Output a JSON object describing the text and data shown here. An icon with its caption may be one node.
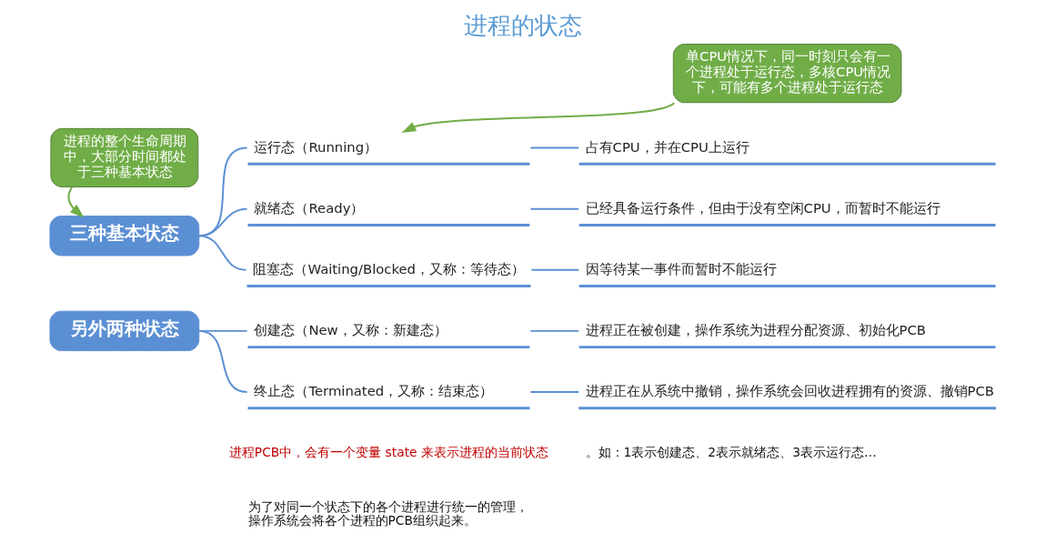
{
  "diagram": {
    "title": "进程的状态",
    "nodes": [
      {
        "text": [
          "进程的整个生命周期中，大部分时间都处于三种基本状态"
        ]
      },
      {
        "text": [
          "单CPU情况下，同一时刻只会有一个进程处于运行态，多核CPU情况下，可能有多个进程处于运行态"
        ]
      },
      {
        "text": [
          "三种基本状态"
        ]
      },
      {
        "text": [
          "运行态（Running）"
        ]
      },
      {
        "text": [
          "占有CPU，并在CPU上运行"
        ]
      },
      {
        "text": [
          "就绪态（Ready）"
        ]
      },
      {
        "text": [
          "已经具备运行条件，但由于没有空闲CPU，而暂时不能运行"
        ]
      },
      {
        "text": [
          "阻塞态（Waiting/Blocked，又称：等待态）"
        ]
      },
      {
        "text": [
          "因等待某一事件而暂时不能运行"
        ]
      },
      {
        "text": [
          "另外两种状态"
        ]
      },
      {
        "text": [
          "创建态（New，又称：新建态）"
        ]
      },
      {
        "text": [
          "进程正在被创建，操作系统为进程分配资源、初始化PCB"
        ]
      },
      {
        "text": [
          "终止态（Terminated，又称：结束态）"
        ]
      },
      {
        "text": [
          "进程正在从系统中撤销，操作系统会回收进程拥有的资源、撤销PCB"
        ]
      }
    ],
    "edges": [
      {
        "from": 2,
        "to": 3,
        "arrow": "none"
      },
      {
        "from": 2,
        "to": 5,
        "arrow": "none"
      },
      {
        "from": 2,
        "to": 7,
        "arrow": "none"
      },
      {
        "from": 3,
        "to": 4,
        "arrow": "none"
      },
      {
        "from": 5,
        "to": 6,
        "arrow": "none"
      },
      {
        "from": 7,
        "to": 8,
        "arrow": "none"
      },
      {
        "from": 9,
        "to": 10,
        "arrow": "none"
      },
      {
        "from": 9,
        "to": 12,
        "arrow": "none"
      },
      {
        "from": 10,
        "to": 11,
        "arrow": "none"
      },
      {
        "from": 12,
        "to": 13,
        "arrow": "none"
      },
      {
        "from": 0,
        "to": 2,
        "arrow": "to",
        "color": "#70ad47"
      },
      {
        "from": 1,
        "to": 3,
        "arrow": "to",
        "color": "#70ad47"
      }
    ],
    "labels": [
      "进程PCB中，会有一个变量 state 来表示进程的当前状态",
      "。如：1表示创建态、2表示就绪态、3表示运行态…",
      "为了对同一个状态下的各个进程进行统一的管理，操作系统会将各个进程的PCB组织起来。"
    ]
  }
}
